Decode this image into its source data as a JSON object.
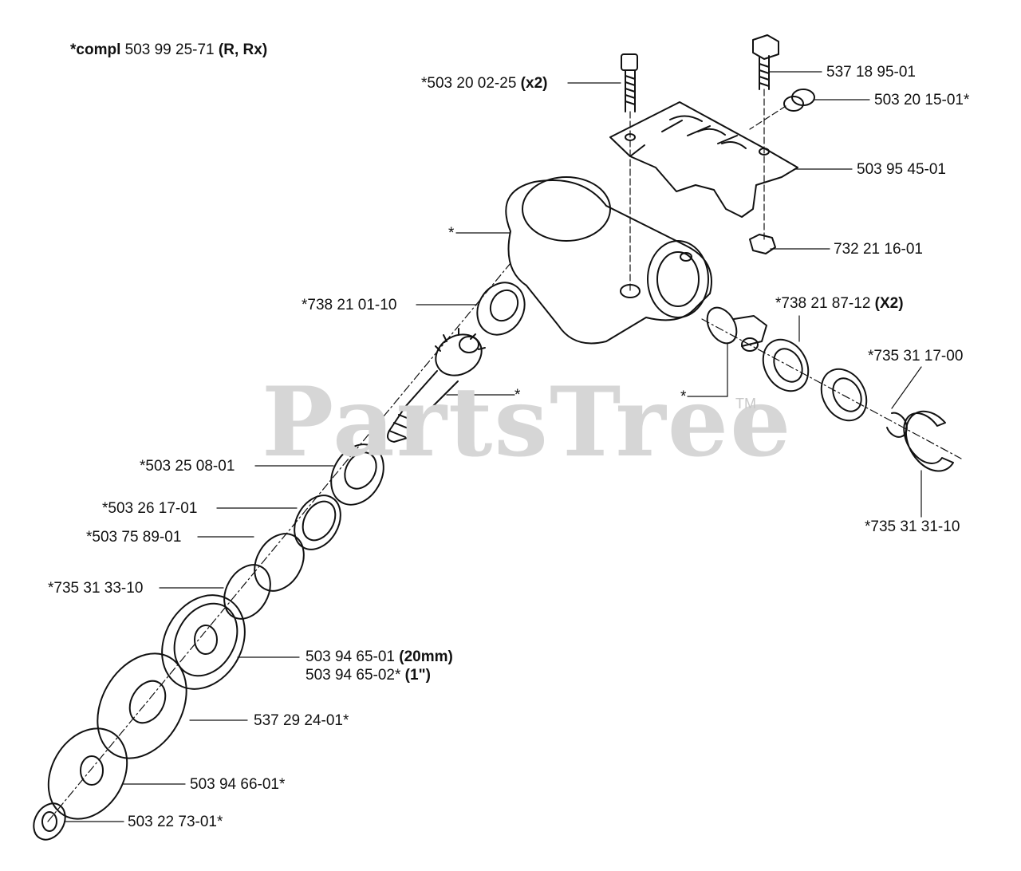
{
  "title": {
    "prefix": "*compl",
    "number": "503 99 25-71",
    "variant": "(R, Rx)"
  },
  "watermark": {
    "text": "PartsTree",
    "tm": "TM"
  },
  "parts": [
    {
      "number": "537 18 95-01",
      "qty": ""
    },
    {
      "number": "*503 20 02-25",
      "qty": "(x2)"
    },
    {
      "number": "503 20 15-01*",
      "qty": ""
    },
    {
      "number": "503 95 45-01",
      "qty": ""
    },
    {
      "number": "*",
      "qty": ""
    },
    {
      "number": "732 21 16-01",
      "qty": ""
    },
    {
      "number": "*738 21 01-10",
      "qty": ""
    },
    {
      "number": "*738 21 87-12",
      "qty": "(X2)"
    },
    {
      "number": "*735 31 17-00",
      "qty": ""
    },
    {
      "number": "*",
      "qty": ""
    },
    {
      "number": "*",
      "qty": ""
    },
    {
      "number": "*503 25 08-01",
      "qty": ""
    },
    {
      "number": "*503 26 17-01",
      "qty": ""
    },
    {
      "number": "*503 75 89-01",
      "qty": ""
    },
    {
      "number": "*735 31 31-10",
      "qty": ""
    },
    {
      "number": "*735 31 33-10",
      "qty": ""
    },
    {
      "number": "503 94 65-01",
      "qty": "(20mm)"
    },
    {
      "number": "503 94 65-02*",
      "qty": "(1\")"
    },
    {
      "number": "537 29 24-01*",
      "qty": ""
    },
    {
      "number": "503 94 66-01*",
      "qty": ""
    },
    {
      "number": "503 22 73-01*",
      "qty": ""
    }
  ]
}
